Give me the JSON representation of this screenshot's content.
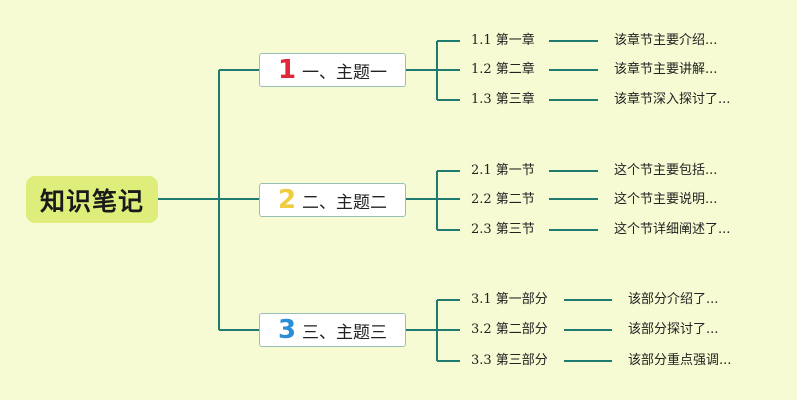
{
  "root": {
    "label": "知识笔记"
  },
  "colors": {
    "line": "#1f7a6f",
    "num1": "#e0283a",
    "num2": "#f0cc40",
    "num3": "#2d8ed8"
  },
  "topics": [
    {
      "num": "1",
      "label": "一、主题一",
      "children": [
        {
          "title": "1.1 第一章",
          "desc": "该章节主要介绍..."
        },
        {
          "title": "1.2 第二章",
          "desc": "该章节主要讲解..."
        },
        {
          "title": "1.3 第三章",
          "desc": "该章节深入探讨了..."
        }
      ]
    },
    {
      "num": "2",
      "label": "二、主题二",
      "children": [
        {
          "title": "2.1 第一节",
          "desc": "这个节主要包括..."
        },
        {
          "title": "2.2 第二节",
          "desc": "这个节主要说明..."
        },
        {
          "title": "2.3 第三节",
          "desc": "这个节详细阐述了..."
        }
      ]
    },
    {
      "num": "3",
      "label": "三、主题三",
      "children": [
        {
          "title": "3.1 第一部分",
          "desc": "该部分介绍了..."
        },
        {
          "title": "3.2 第二部分",
          "desc": "该部分探讨了..."
        },
        {
          "title": "3.3 第三部分",
          "desc": "该部分重点强调..."
        }
      ]
    }
  ]
}
